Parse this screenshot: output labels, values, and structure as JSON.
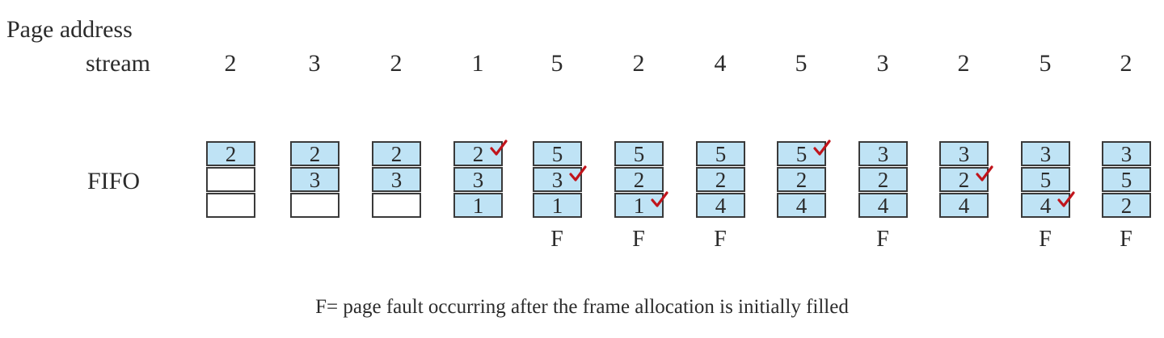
{
  "labels": {
    "page_address": "Page address",
    "stream": "stream",
    "policy": "FIFO"
  },
  "stream": [
    "2",
    "3",
    "2",
    "1",
    "5",
    "2",
    "4",
    "5",
    "3",
    "2",
    "5",
    "2"
  ],
  "frames": [
    {
      "cells": [
        "2",
        "",
        ""
      ],
      "check": -1,
      "fault": ""
    },
    {
      "cells": [
        "2",
        "3",
        ""
      ],
      "check": -1,
      "fault": ""
    },
    {
      "cells": [
        "2",
        "3",
        ""
      ],
      "check": -1,
      "fault": ""
    },
    {
      "cells": [
        "2",
        "3",
        "1"
      ],
      "check": 0,
      "fault": ""
    },
    {
      "cells": [
        "5",
        "3",
        "1"
      ],
      "check": 1,
      "fault": "F"
    },
    {
      "cells": [
        "5",
        "2",
        "1"
      ],
      "check": 2,
      "fault": "F"
    },
    {
      "cells": [
        "5",
        "2",
        "4"
      ],
      "check": -1,
      "fault": "F"
    },
    {
      "cells": [
        "5",
        "2",
        "4"
      ],
      "check": 0,
      "fault": ""
    },
    {
      "cells": [
        "3",
        "2",
        "4"
      ],
      "check": -1,
      "fault": "F"
    },
    {
      "cells": [
        "3",
        "2",
        "4"
      ],
      "check": 1,
      "fault": ""
    },
    {
      "cells": [
        "3",
        "5",
        "4"
      ],
      "check": 2,
      "fault": "F"
    },
    {
      "cells": [
        "3",
        "5",
        "2"
      ],
      "check": -1,
      "fault": "F"
    }
  ],
  "footnote": "F= page fault occurring after the frame allocation is initially filled",
  "colors": {
    "cell_fill": "#bfe3f5",
    "cell_border": "#3a3a3a",
    "check": "#c0151c"
  },
  "icons": {
    "check": "check-mark-icon"
  }
}
